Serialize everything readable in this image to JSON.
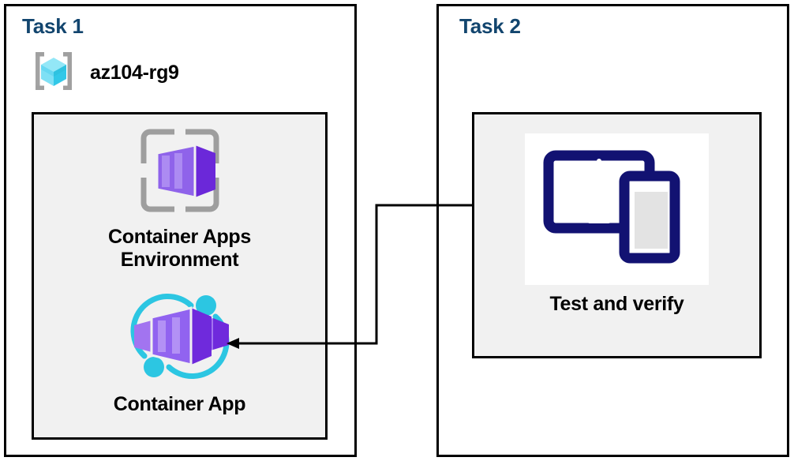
{
  "diagram": {
    "title_color": "#12456e",
    "panel_border_color": "#000000",
    "inner_fill_color": "#f1f1f1",
    "connector_color": "#000000"
  },
  "task1": {
    "title": "Task 1",
    "resource_group": {
      "icon": "resource-group-icon",
      "label": "az104-rg9"
    },
    "resources": [
      {
        "icon": "container-apps-environment-icon",
        "label": "Container Apps\nEnvironment"
      },
      {
        "icon": "container-app-icon",
        "label": "Container App"
      }
    ]
  },
  "task2": {
    "title": "Task 2",
    "card": {
      "icon": "devices-test-icon",
      "label": "Test and verify"
    }
  },
  "connector": {
    "from": "test-and-verify-card",
    "to": "container-app-icon",
    "arrow": "arrowhead-left"
  }
}
